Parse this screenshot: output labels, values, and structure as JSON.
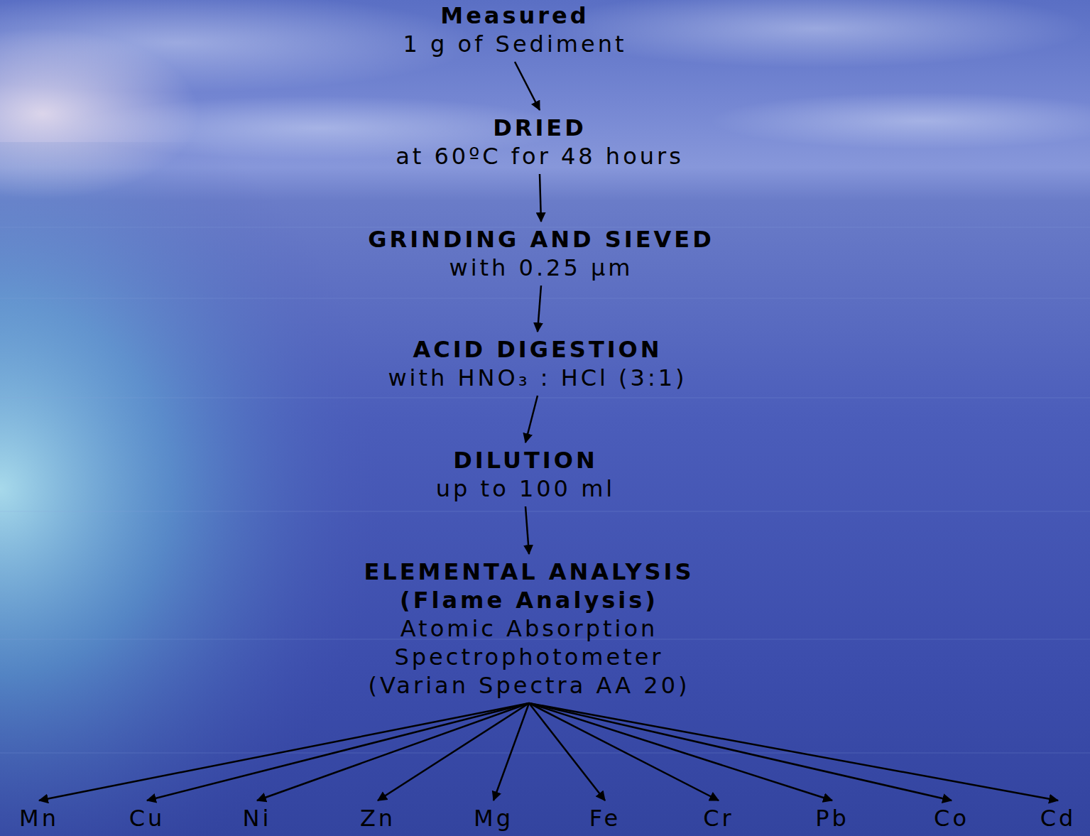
{
  "diagram": {
    "nodes": [
      {
        "text": [
          "Measured",
          "1 g of Sediment"
        ]
      },
      {
        "text": [
          "DRIED",
          "at 60ºC for 48 hours"
        ]
      },
      {
        "text": [
          "GRINDING AND SIEVED",
          "with 0.25 µm"
        ]
      },
      {
        "text": [
          "ACID DIGESTION",
          "with HNO₃ : HCl (3:1)"
        ]
      },
      {
        "text": [
          "DILUTION",
          "up to 100 ml"
        ]
      },
      {
        "text": [
          "ELEMENTAL ANALYSIS (Flame Analysis)",
          "Atomic Absorption Spectrophotometer (Varian Spectra AA 20)"
        ]
      },
      {
        "text": [
          "Mn"
        ]
      },
      {
        "text": [
          "Cu"
        ]
      },
      {
        "text": [
          "Ni"
        ]
      },
      {
        "text": [
          "Zn"
        ]
      },
      {
        "text": [
          "Mg"
        ]
      },
      {
        "text": [
          "Fe"
        ]
      },
      {
        "text": [
          "Cr"
        ]
      },
      {
        "text": [
          "Pb"
        ]
      },
      {
        "text": [
          "Co"
        ]
      },
      {
        "text": [
          "Cd"
        ]
      }
    ],
    "edges": [
      {
        "from": 0,
        "to": 1,
        "arrow": "to"
      },
      {
        "from": 1,
        "to": 2,
        "arrow": "to"
      },
      {
        "from": 2,
        "to": 3,
        "arrow": "to"
      },
      {
        "from": 3,
        "to": 4,
        "arrow": "to"
      },
      {
        "from": 4,
        "to": 5,
        "arrow": "to"
      },
      {
        "from": 5,
        "to": 6,
        "arrow": "to"
      },
      {
        "from": 5,
        "to": 7,
        "arrow": "to"
      },
      {
        "from": 5,
        "to": 8,
        "arrow": "to"
      },
      {
        "from": 5,
        "to": 9,
        "arrow": "to"
      },
      {
        "from": 5,
        "to": 10,
        "arrow": "to"
      },
      {
        "from": 5,
        "to": 11,
        "arrow": "to"
      },
      {
        "from": 5,
        "to": 12,
        "arrow": "to"
      },
      {
        "from": 5,
        "to": 13,
        "arrow": "to"
      },
      {
        "from": 5,
        "to": 14,
        "arrow": "to"
      },
      {
        "from": 5,
        "to": 15,
        "arrow": "to"
      }
    ]
  }
}
